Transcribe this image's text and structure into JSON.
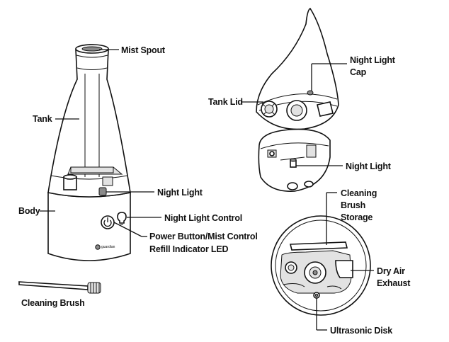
{
  "labels": {
    "mist_spout": "Mist Spout",
    "tank": "Tank",
    "night_light": "Night Light",
    "body": "Body",
    "night_light_control": "Night Light Control",
    "power_button_line1": "Power Button/Mist Control",
    "power_button_line2": "Refill Indicator LED",
    "cleaning_brush": "Cleaning Brush",
    "tank_lid": "Tank Lid",
    "night_light_cap_line1": "Night Light",
    "night_light_cap_line2": "Cap",
    "night_light_2": "Night Light",
    "cleaning_brush_storage_line1": "Cleaning",
    "cleaning_brush_storage_line2": "Brush",
    "cleaning_brush_storage_line3": "Storage",
    "dry_air_exhaust_line1": "Dry Air",
    "dry_air_exhaust_line2": "Exhaust",
    "ultrasonic_disk": "Ultrasonic Disk"
  },
  "icons": {
    "power": "power-icon",
    "bulb": "bulb-icon"
  }
}
